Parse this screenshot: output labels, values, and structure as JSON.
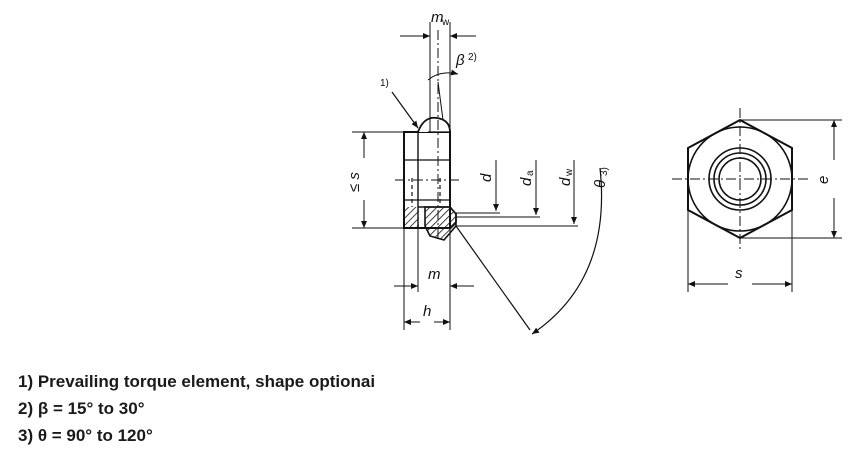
{
  "side_view": {
    "labels": {
      "mw": "m",
      "mw_sub": "w",
      "beta": "β",
      "beta_sup": "2)",
      "callout_1": "1)",
      "s_max": "≤ s",
      "d": "d",
      "da": "d",
      "da_sub": "a",
      "dw": "d",
      "dw_sub": "w",
      "theta": "θ",
      "theta_sup": "3)",
      "m": "m",
      "h": "h"
    }
  },
  "top_view": {
    "labels": {
      "e": "e",
      "s": "s"
    }
  },
  "notes": [
    "1) Prevailing torque element, shape optionai",
    "2) β = 15° to 30°",
    "3) θ = 90° to 120°"
  ]
}
